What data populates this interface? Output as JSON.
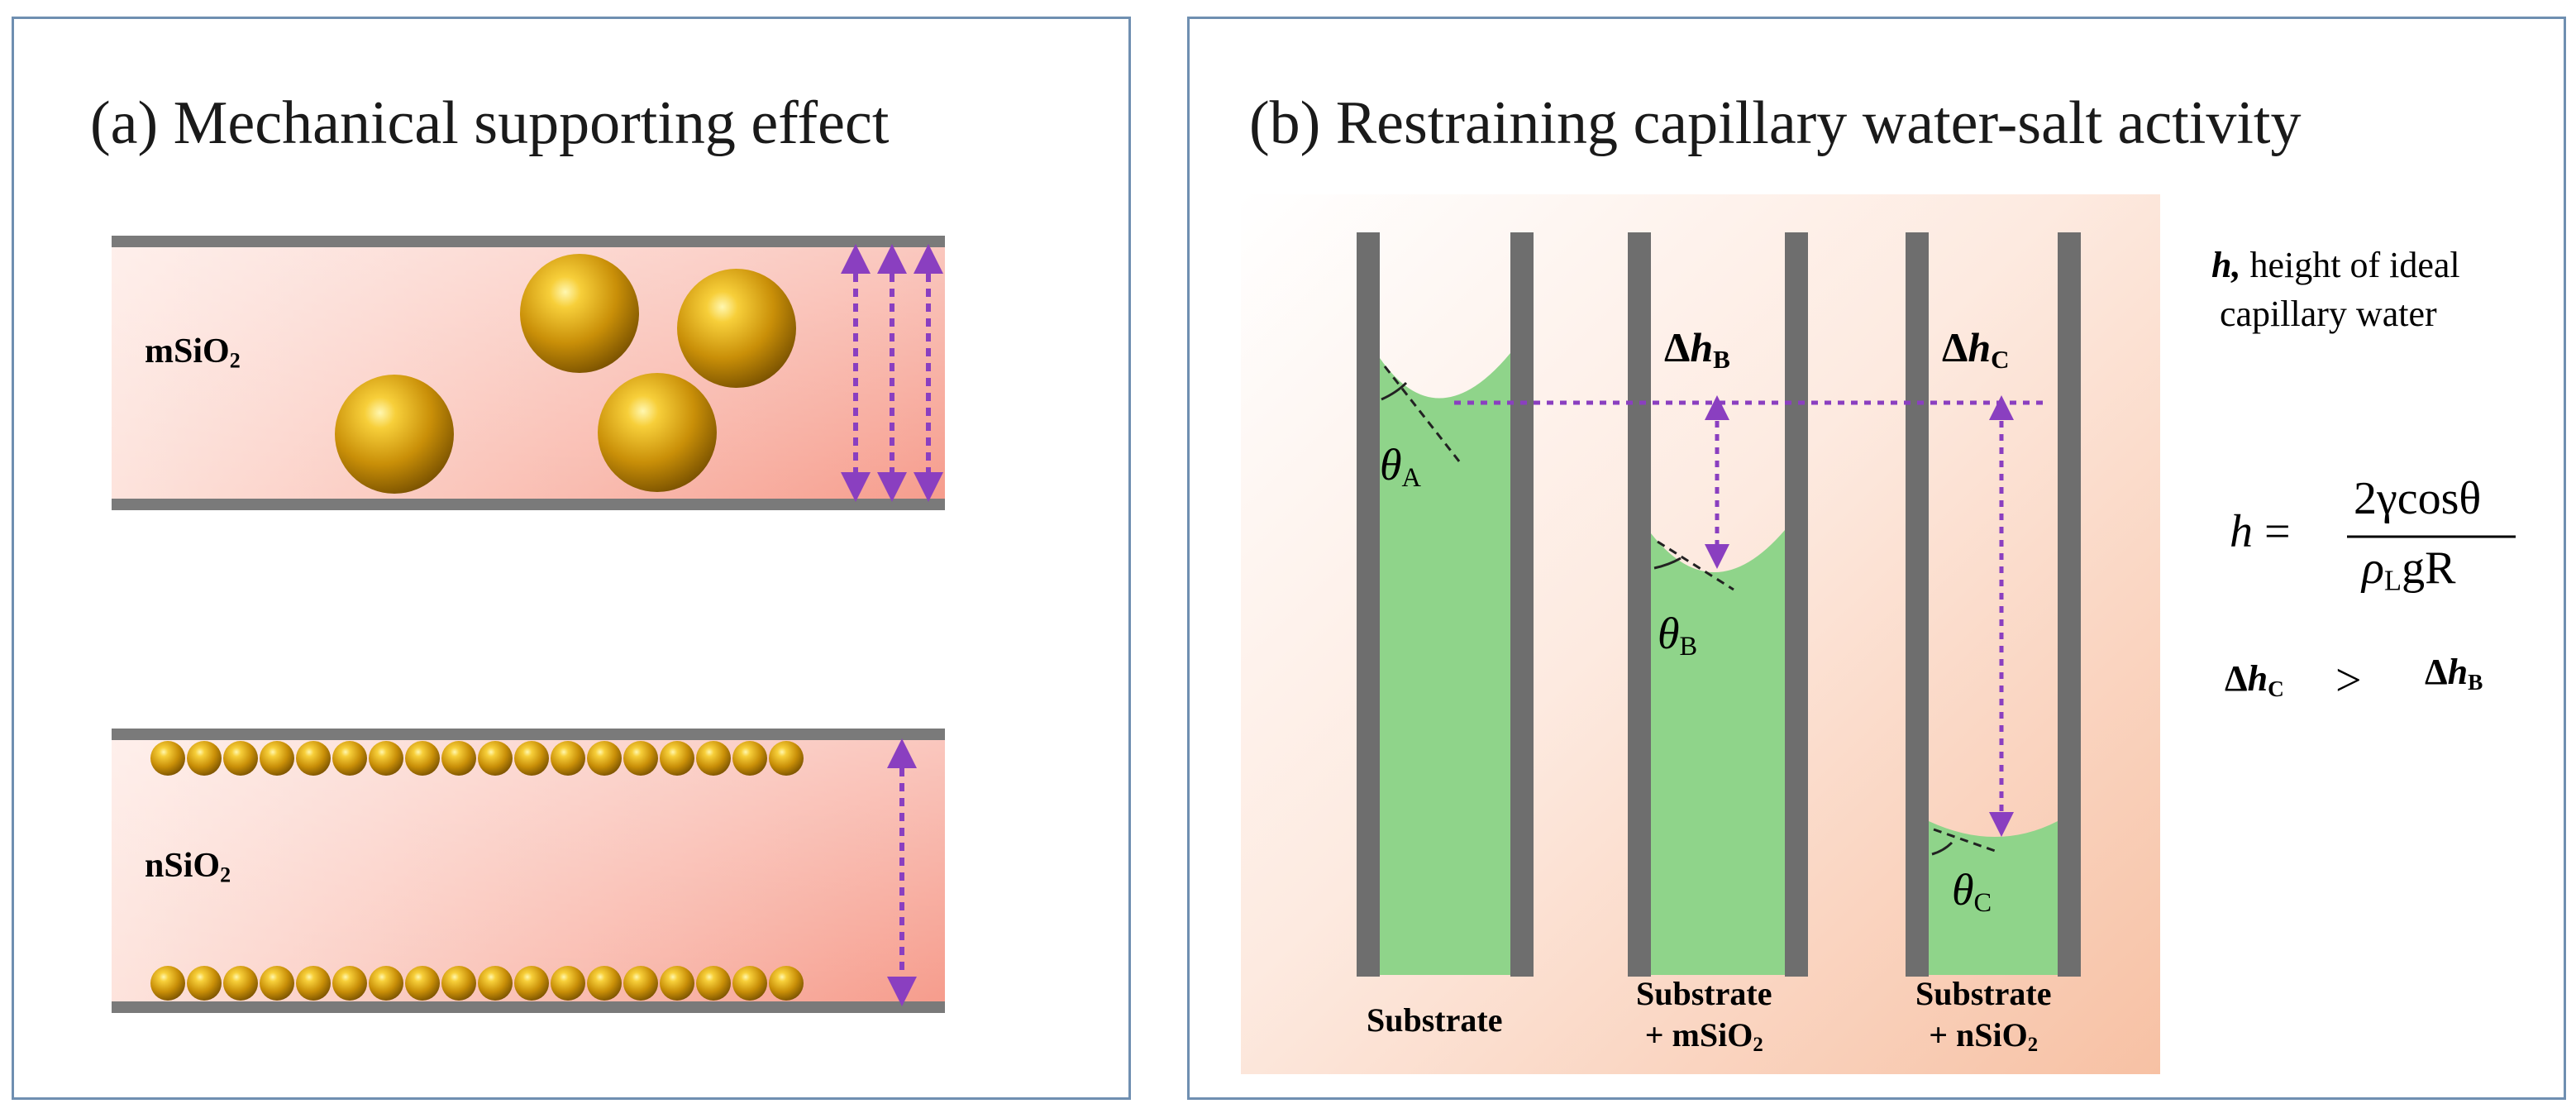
{
  "panel_a": {
    "title": "(a) Mechanical supporting effect",
    "top_channel_label": "mSiO",
    "top_channel_label_sub": "2",
    "bottom_channel_label": "nSiO",
    "bottom_channel_label_sub": "2"
  },
  "panel_b": {
    "title": "(b) Restraining capillary water-salt activity",
    "theta_symbol": "θ",
    "theta_a_sub": "A",
    "theta_b_sub": "B",
    "theta_c_sub": "C",
    "dh_prefix": "Δ",
    "dh_var": "h",
    "dh_b_sub": "B",
    "dh_c_sub": "C",
    "tube_labels": {
      "substrate": "Substrate",
      "substrate_m_line1": "Substrate",
      "substrate_m_line2": "+ mSiO",
      "substrate_n_line1": "Substrate",
      "substrate_n_line2": "+ nSiO",
      "sub2": "2"
    },
    "legend": {
      "h_var": "h,",
      "h_desc_line1": " height of ideal",
      "h_desc_line2": "capillary water"
    },
    "equation": {
      "lhs": "h",
      "equals": "=",
      "numerator": "2γcosθ",
      "denominator_rho": "ρ",
      "denominator_rho_sub": "L",
      "denominator_rest": "gR"
    },
    "comparison": {
      "greater": ">"
    }
  },
  "colors": {
    "panel_border": "#6f8fb1",
    "channel_wall": "#7a7a7a",
    "water_green": "#8fd48a",
    "arrow_purple": "#8a3fc0",
    "particle_gold": "#d9a20e",
    "channel_fill": "#f7b5a6"
  }
}
